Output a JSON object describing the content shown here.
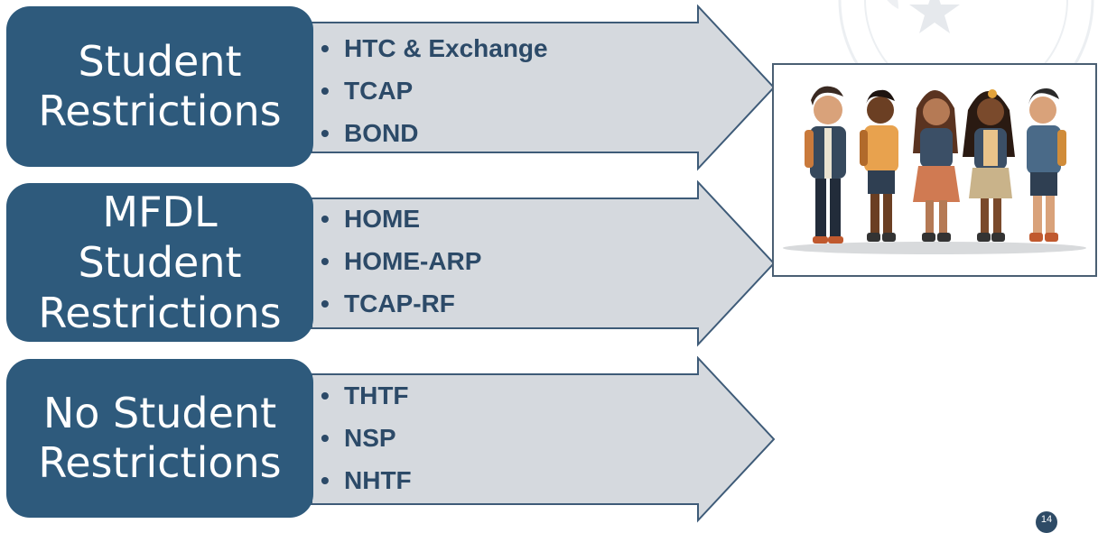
{
  "groups": [
    {
      "label_lines": [
        "Student",
        "Restrictions"
      ],
      "programs": [
        "HTC & Exchange",
        "TCAP",
        "BOND"
      ]
    },
    {
      "label_lines": [
        "MFDL",
        "Student",
        "Restrictions"
      ],
      "programs": [
        "HOME",
        "HOME-ARP",
        "TCAP-RF"
      ]
    },
    {
      "label_lines": [
        "No Student",
        "Restrictions"
      ],
      "programs": [
        "THTF",
        "NSP",
        "NHTF"
      ]
    }
  ],
  "bullet_glyph": "•",
  "page_number": "14",
  "colors": {
    "label_box": "#2e5a7c",
    "arrow_fill": "#d5d9de",
    "arrow_stroke": "#3e5b78",
    "bullet_text": "#2c4a68"
  },
  "images": {
    "students_illustration": "group-of-five-students-with-backpacks-icon"
  }
}
